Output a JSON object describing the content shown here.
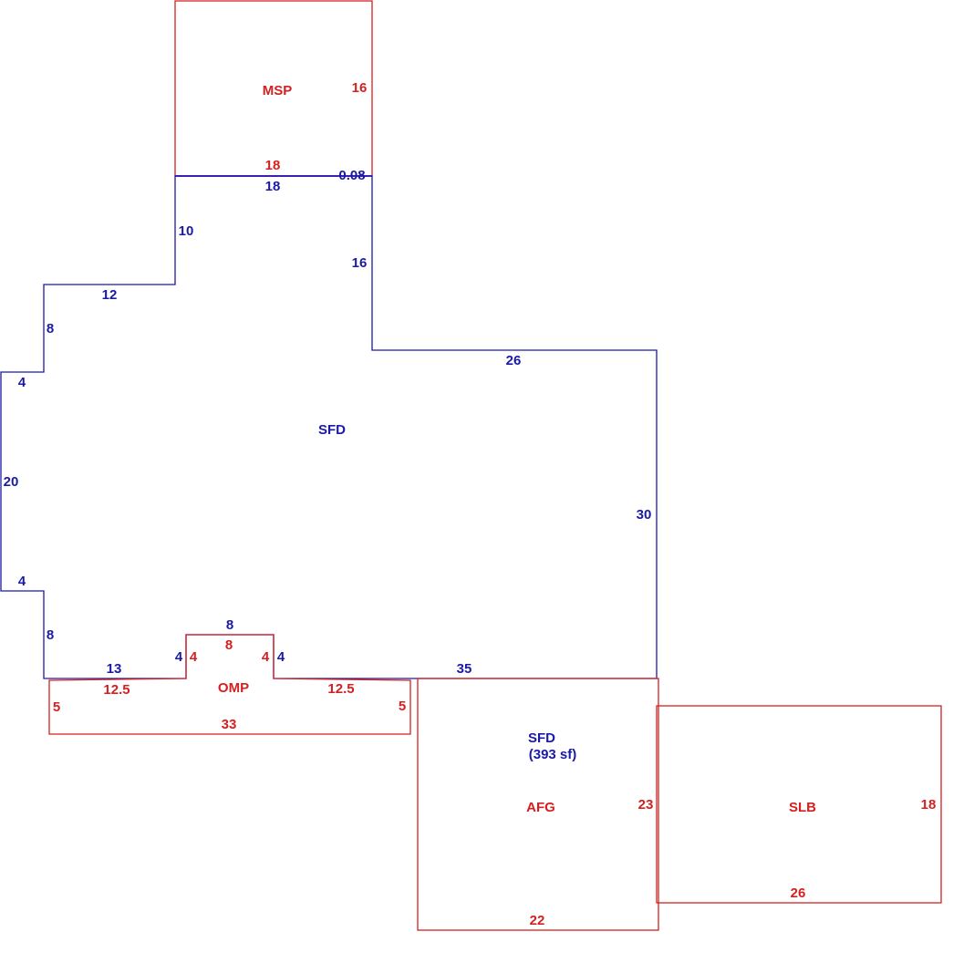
{
  "colors": {
    "main": "#1a1aa6",
    "addition": "#d42020",
    "shared_edge": "#7a28c8"
  },
  "areas": {
    "msp": {
      "label": "MSP",
      "dims": {
        "right": "16",
        "bottom": "18"
      }
    },
    "sfd": {
      "label": "SFD",
      "dims": {
        "top_shared": "18",
        "gap": "0.08",
        "upper_left_drop": "10",
        "upper_right_drop": "16",
        "step_top": "12",
        "step_left": "8",
        "step_out_top": "4",
        "left_side": "20",
        "step_out_bottom": "4",
        "lower_left": "8",
        "bottom_left": "13",
        "notch_left": "4",
        "notch_top": "8",
        "notch_right": "4",
        "bottom_right": "35",
        "right_side": "30",
        "top_right": "26"
      }
    },
    "omp": {
      "label": "OMP",
      "dims": {
        "top_left": "12.5",
        "notch_left": "4",
        "notch_top": "8",
        "notch_right": "4",
        "top_right": "12.5",
        "left_side": "5",
        "right_side": "5",
        "bottom": "33"
      }
    },
    "afg": {
      "label": "AFG",
      "sfd_label": "SFD",
      "sfd_area": "(393 sf)",
      "dims": {
        "right": "23",
        "bottom": "22"
      }
    },
    "slb": {
      "label": "SLB",
      "dims": {
        "right": "18",
        "bottom": "26"
      }
    }
  }
}
